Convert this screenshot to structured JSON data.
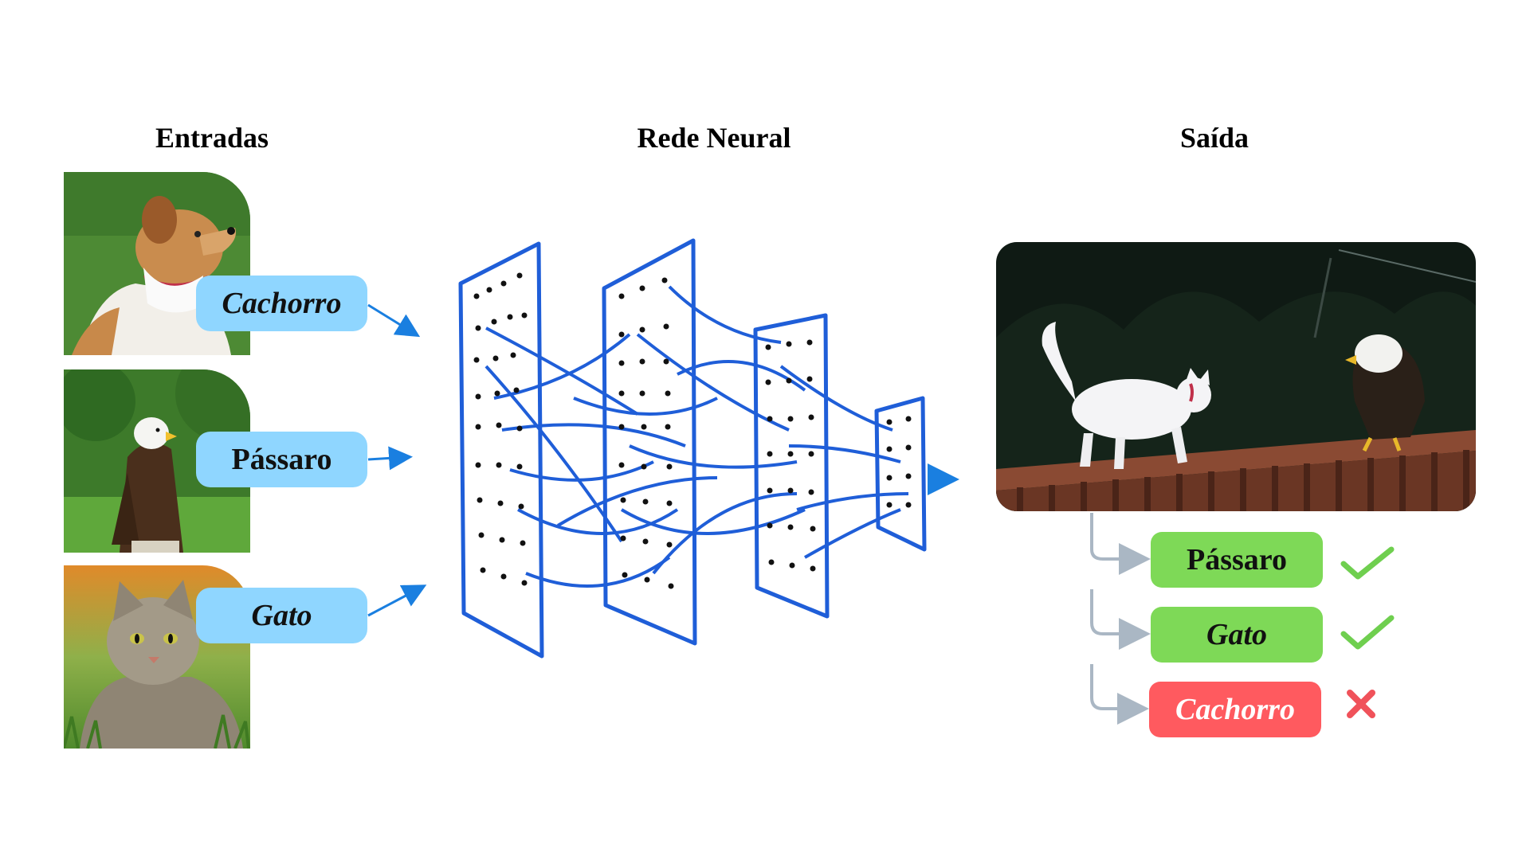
{
  "headings": {
    "inputs": "Entradas",
    "network": "Rede Neural",
    "output": "Saída"
  },
  "inputs": [
    {
      "label": "Cachorro",
      "image": "dog-photo"
    },
    {
      "label": "Pássaro",
      "image": "eagle-photo"
    },
    {
      "label": "Gato",
      "image": "cat-photo"
    }
  ],
  "output": {
    "image": "cat-and-eagle-photo",
    "results": [
      {
        "label": "Pássaro",
        "status": "correct",
        "icon": "check-icon"
      },
      {
        "label": "Gato",
        "status": "correct",
        "icon": "check-icon"
      },
      {
        "label": "Cachorro",
        "status": "wrong",
        "icon": "cross-icon"
      }
    ]
  },
  "colors": {
    "input_label_bg": "#8fd6ff",
    "network_stroke": "#1f5ed8",
    "arrow": "#1a7fe0",
    "correct_bg": "#7ed957",
    "wrong_bg": "#ff5a5f",
    "check": "#6fcf4f",
    "cross": "#f0525a",
    "tree": "#aab7c4"
  }
}
